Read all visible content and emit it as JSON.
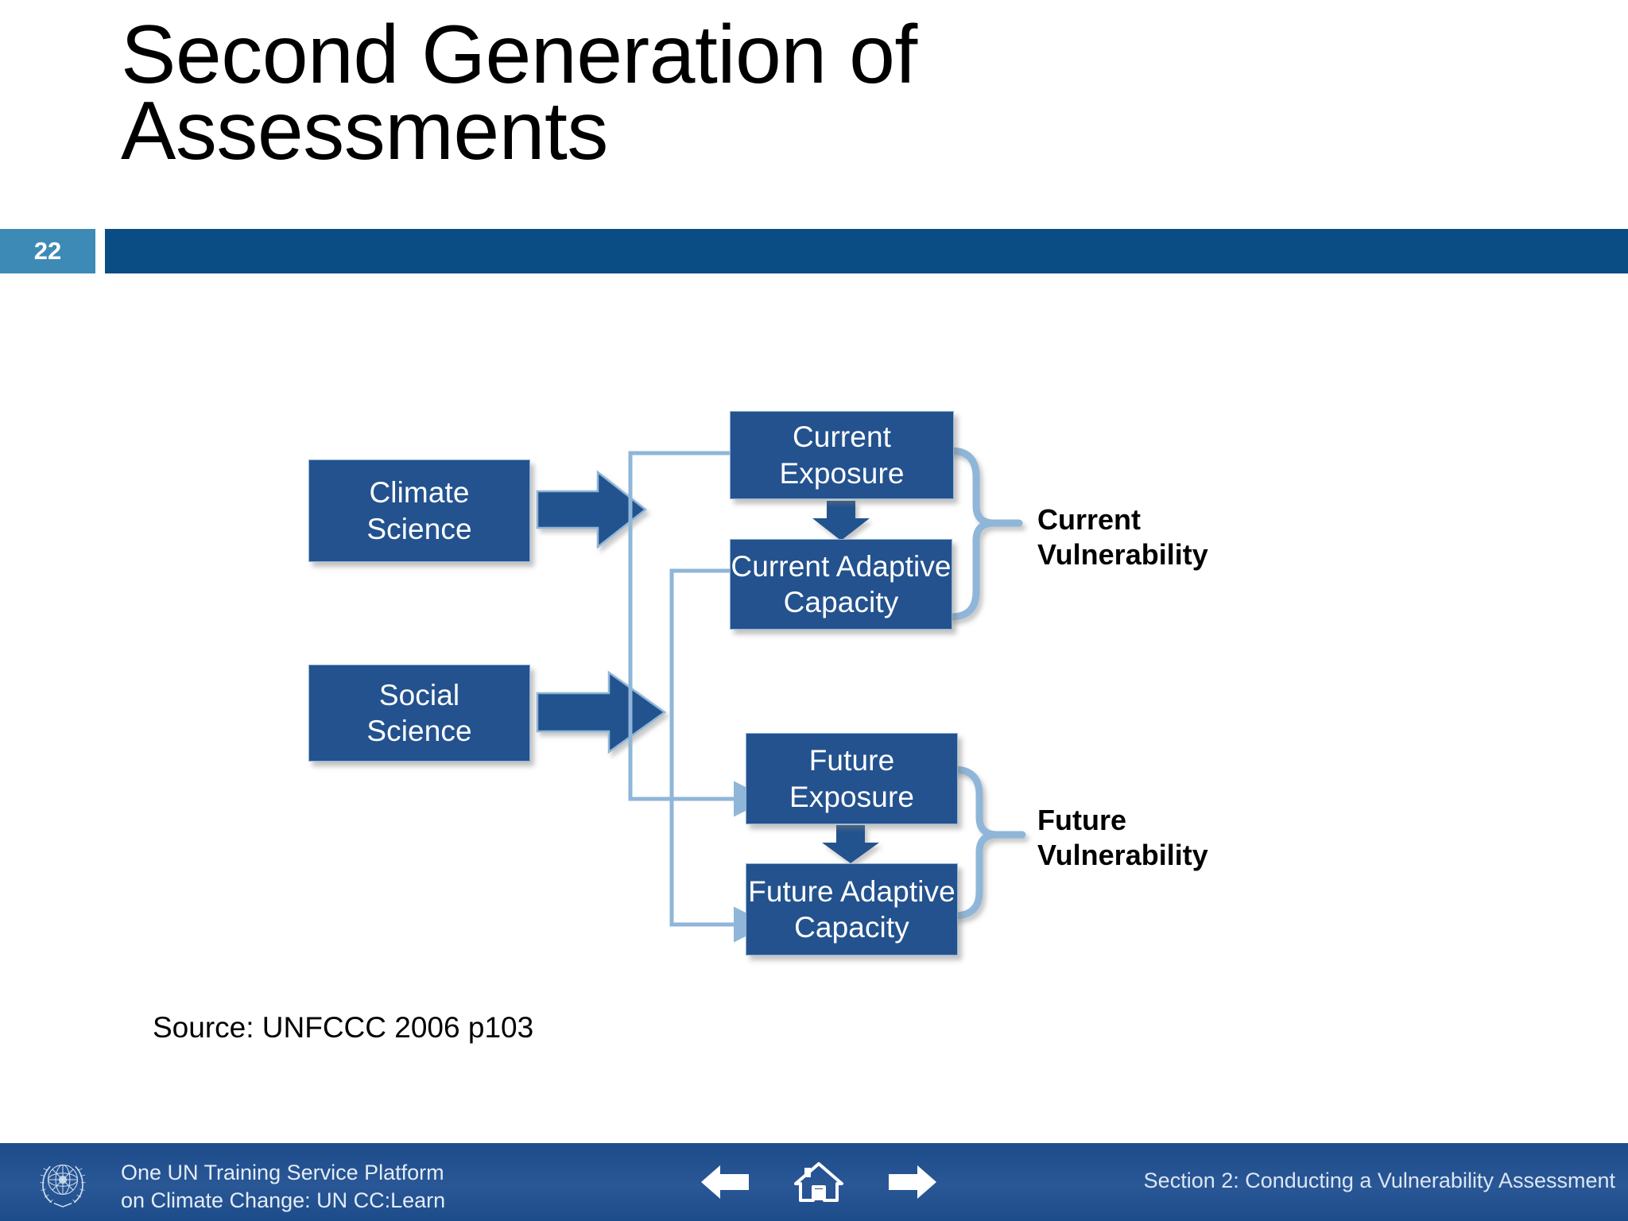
{
  "slide": {
    "title": "Second Generation of\nAssessments",
    "page_number": "22",
    "source_note": "Source: UNFCCC 2006 p103"
  },
  "colors": {
    "header_bar": "#0a4c84",
    "page_badge": "#3e8ab6",
    "box_fill": "#23528e",
    "box_border": "#8fb6d8",
    "connector": "#8fb6d8",
    "arrow_fill": "#23528e",
    "footer_bar": "#1d4c8b",
    "title_text": "#000000"
  },
  "diagram": {
    "inputs": [
      {
        "id": "climate-science",
        "line1": "Climate",
        "line2": "Science"
      },
      {
        "id": "social-science",
        "line1": "Social",
        "line2": "Science"
      }
    ],
    "groups": [
      {
        "id": "current",
        "label": "Current\nVulnerability",
        "boxes": [
          {
            "id": "current-exposure",
            "line1": "Current",
            "line2": "Exposure"
          },
          {
            "id": "current-adaptive",
            "line1": "Current Adaptive",
            "line2": "Capacity"
          }
        ]
      },
      {
        "id": "future",
        "label": "Future\nVulnerability",
        "boxes": [
          {
            "id": "future-exposure",
            "line1": "Future",
            "line2": "Exposure"
          },
          {
            "id": "future-adaptive",
            "line1": "Future Adaptive",
            "line2": "Capacity"
          }
        ]
      }
    ]
  },
  "footer": {
    "brand": "One UN Training Service Platform\non Climate Change: UN CC:Learn",
    "section": "Section 2: Conducting a Vulnerability Assessment",
    "nav": {
      "back": "back-arrow-icon",
      "home": "home-icon",
      "forward": "forward-arrow-icon"
    },
    "logo": "un-emblem-icon"
  }
}
